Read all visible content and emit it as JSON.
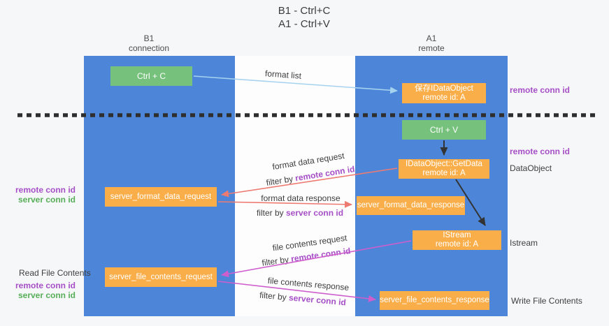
{
  "title": {
    "line1": "B1 - Ctrl+C",
    "line2": "A1 - Ctrl+V"
  },
  "lifelines": {
    "left": {
      "name": "B1",
      "role": "connection"
    },
    "right": {
      "name": "A1",
      "role": "remote"
    }
  },
  "boxes": {
    "ctrl_c": "Ctrl + C",
    "ctrl_v": "Ctrl + V",
    "store_dataobject": {
      "title": "保存IDataObject",
      "subtitle": "remote id: A"
    },
    "getdata": {
      "title": "IDataObject::GetData",
      "subtitle": "remote id: A"
    },
    "istream": {
      "title": "IStream",
      "subtitle": "remote id: A"
    },
    "server_format_data_request": "server_format_data_request",
    "server_format_data_response": "server_format_data_response",
    "server_file_contents_request": "server_file_contents_request",
    "server_file_contents_response": "server_file_contents_response"
  },
  "arrow_labels": {
    "format_list": "format list",
    "format_data_request": "format data request",
    "format_data_response": "format data response",
    "file_contents_request": "file contents request",
    "file_contents_response": "file contents response",
    "filter_by": "filter by ",
    "remote_conn_id": "remote conn id",
    "server_conn_id": "server conn id"
  },
  "side_labels": {
    "remote_conn_id": "remote conn id",
    "server_conn_id": "server conn id",
    "dataobject": "DataObject",
    "istream": "Istream",
    "read_file_contents": "Read File Contents",
    "write_file_contents": "Write File Contents"
  },
  "colors": {
    "lifeline_blue": "#4d86d8",
    "action_green": "#76c17b",
    "object_orange": "#f9ae4a",
    "arrow_blue": "#a5d2ef",
    "arrow_red": "#ee7b72",
    "arrow_magenta": "#cf5ecd",
    "arrow_black": "#333333",
    "separator_black": "#2e2e2e",
    "text_purple": "#a64fc6",
    "text_green": "#57ae58"
  }
}
